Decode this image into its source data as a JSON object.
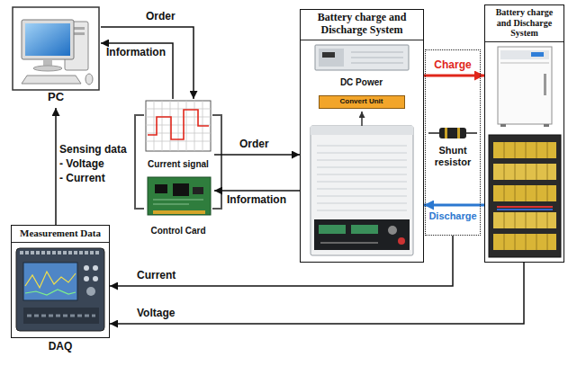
{
  "diagram": {
    "nodes": [
      {
        "text": [
          "PC"
        ]
      },
      {
        "text": [
          "Current signal"
        ]
      },
      {
        "text": [
          "Control Card"
        ]
      },
      {
        "text": [
          "Battery charge and Discharge System"
        ]
      },
      {
        "text": [
          "DC Power"
        ],
        "in": 3
      },
      {
        "text": [
          "Convert Unit"
        ],
        "in": 3
      },
      {
        "text": [
          "Shunt resistor"
        ]
      },
      {
        "text": [
          "Battery charge and Discharge System"
        ]
      },
      {
        "text": [
          "Measurement Data",
          "DAQ"
        ]
      }
    ],
    "edges": [
      {
        "from": 0,
        "to": 1,
        "arrow": "to",
        "label": "Order"
      },
      {
        "from": 1,
        "to": 0,
        "arrow": "to",
        "label": "Information"
      },
      {
        "from": 1,
        "to": 3,
        "arrow": "to",
        "label": "Order"
      },
      {
        "from": 3,
        "to": 2,
        "arrow": "to",
        "label": "Information"
      },
      {
        "from": 3,
        "to": 7,
        "arrow": "to",
        "label": "Charge"
      },
      {
        "from": 7,
        "to": 3,
        "arrow": "to",
        "label": "Discharge"
      },
      {
        "from": 6,
        "to": 8,
        "arrow": "to",
        "label": "Current"
      },
      {
        "from": 7,
        "to": 8,
        "arrow": "to",
        "label": "Voltage"
      },
      {
        "from": 8,
        "to": 0,
        "arrow": "to"
      }
    ],
    "labels": [
      "Sensing data",
      "- Voltage",
      "- Current"
    ]
  }
}
